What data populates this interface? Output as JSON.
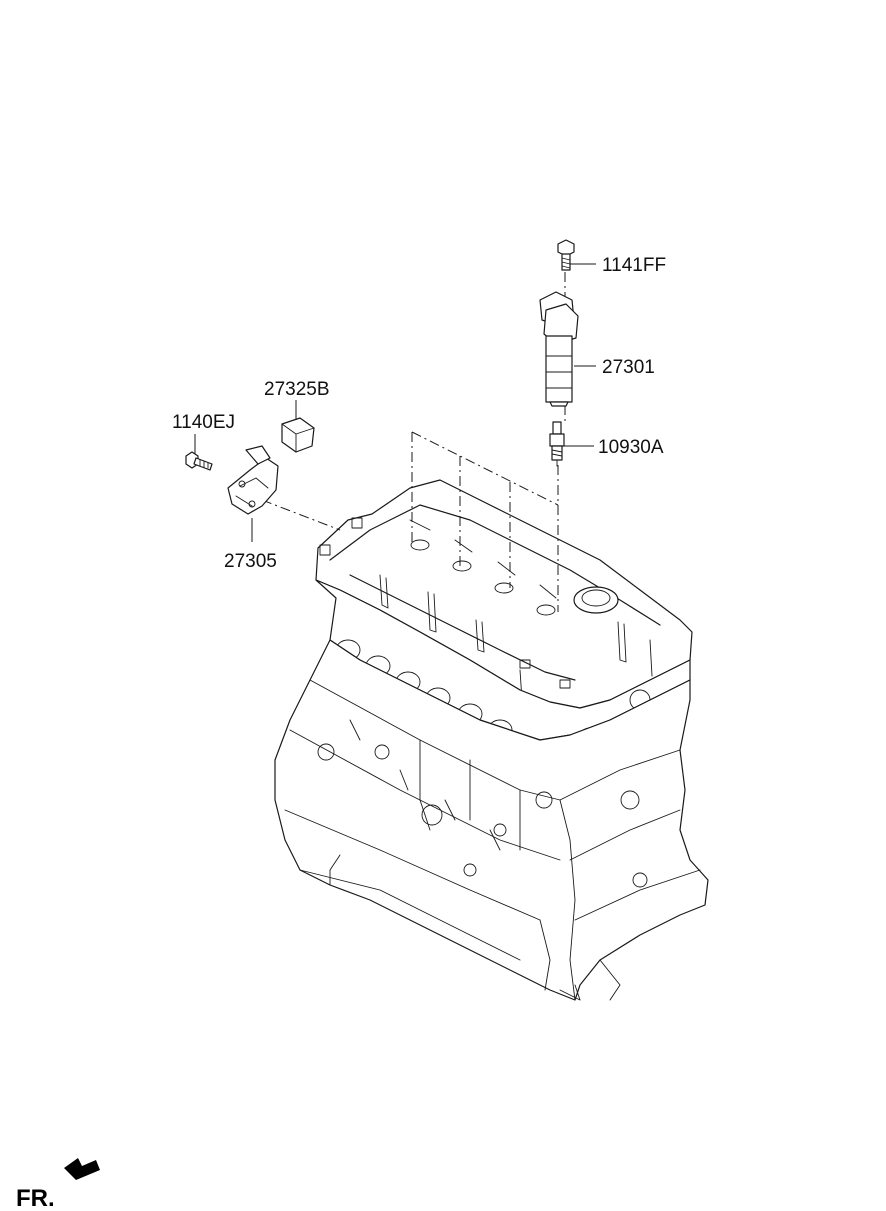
{
  "parts": [
    {
      "id": "bolt_coil",
      "label": "1141FF"
    },
    {
      "id": "ignition_coil",
      "label": "27301"
    },
    {
      "id": "spark_plug",
      "label": "10930A"
    },
    {
      "id": "connector",
      "label": "27325B"
    },
    {
      "id": "bolt_bracket",
      "label": "1140EJ"
    },
    {
      "id": "bracket",
      "label": "27305"
    }
  ],
  "orientation": {
    "label": "FR.",
    "icon": "front-arrow-icon"
  },
  "colors": {
    "line": "#1a1a1a",
    "background": "#ffffff"
  }
}
